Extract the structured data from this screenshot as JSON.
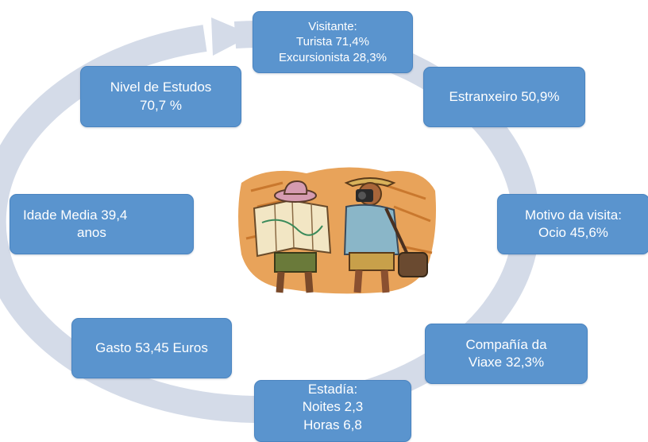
{
  "colors": {
    "node_fill": "#5a94ce",
    "node_text": "#ffffff",
    "ring": "#d4dbe8"
  },
  "nodes": {
    "visitante": {
      "line1": "Visitante:",
      "line2": "Turista 71,4%",
      "line3": "Excursionista 28,3%"
    },
    "estranxeiro": {
      "line1": "Estranxeiro 50,9%"
    },
    "motivo": {
      "line1": "Motivo da visita:",
      "line2": "Ocio 45,6%"
    },
    "compania": {
      "line1": "Compañía da",
      "line2": "Viaxe 32,3%"
    },
    "estadia": {
      "line1": "Estadía:",
      "line2": "Noites 2,3",
      "line3": "Horas 6,8"
    },
    "gasto": {
      "line1": "Gasto 53,45 Euros"
    },
    "idade": {
      "line1": "Idade Media 39,4",
      "line2": "anos"
    },
    "nivel": {
      "line1": "Nivel de Estudos",
      "line2": "70,7 %"
    }
  },
  "illustration": {
    "icon": "travelers-with-map-and-camera-icon"
  }
}
